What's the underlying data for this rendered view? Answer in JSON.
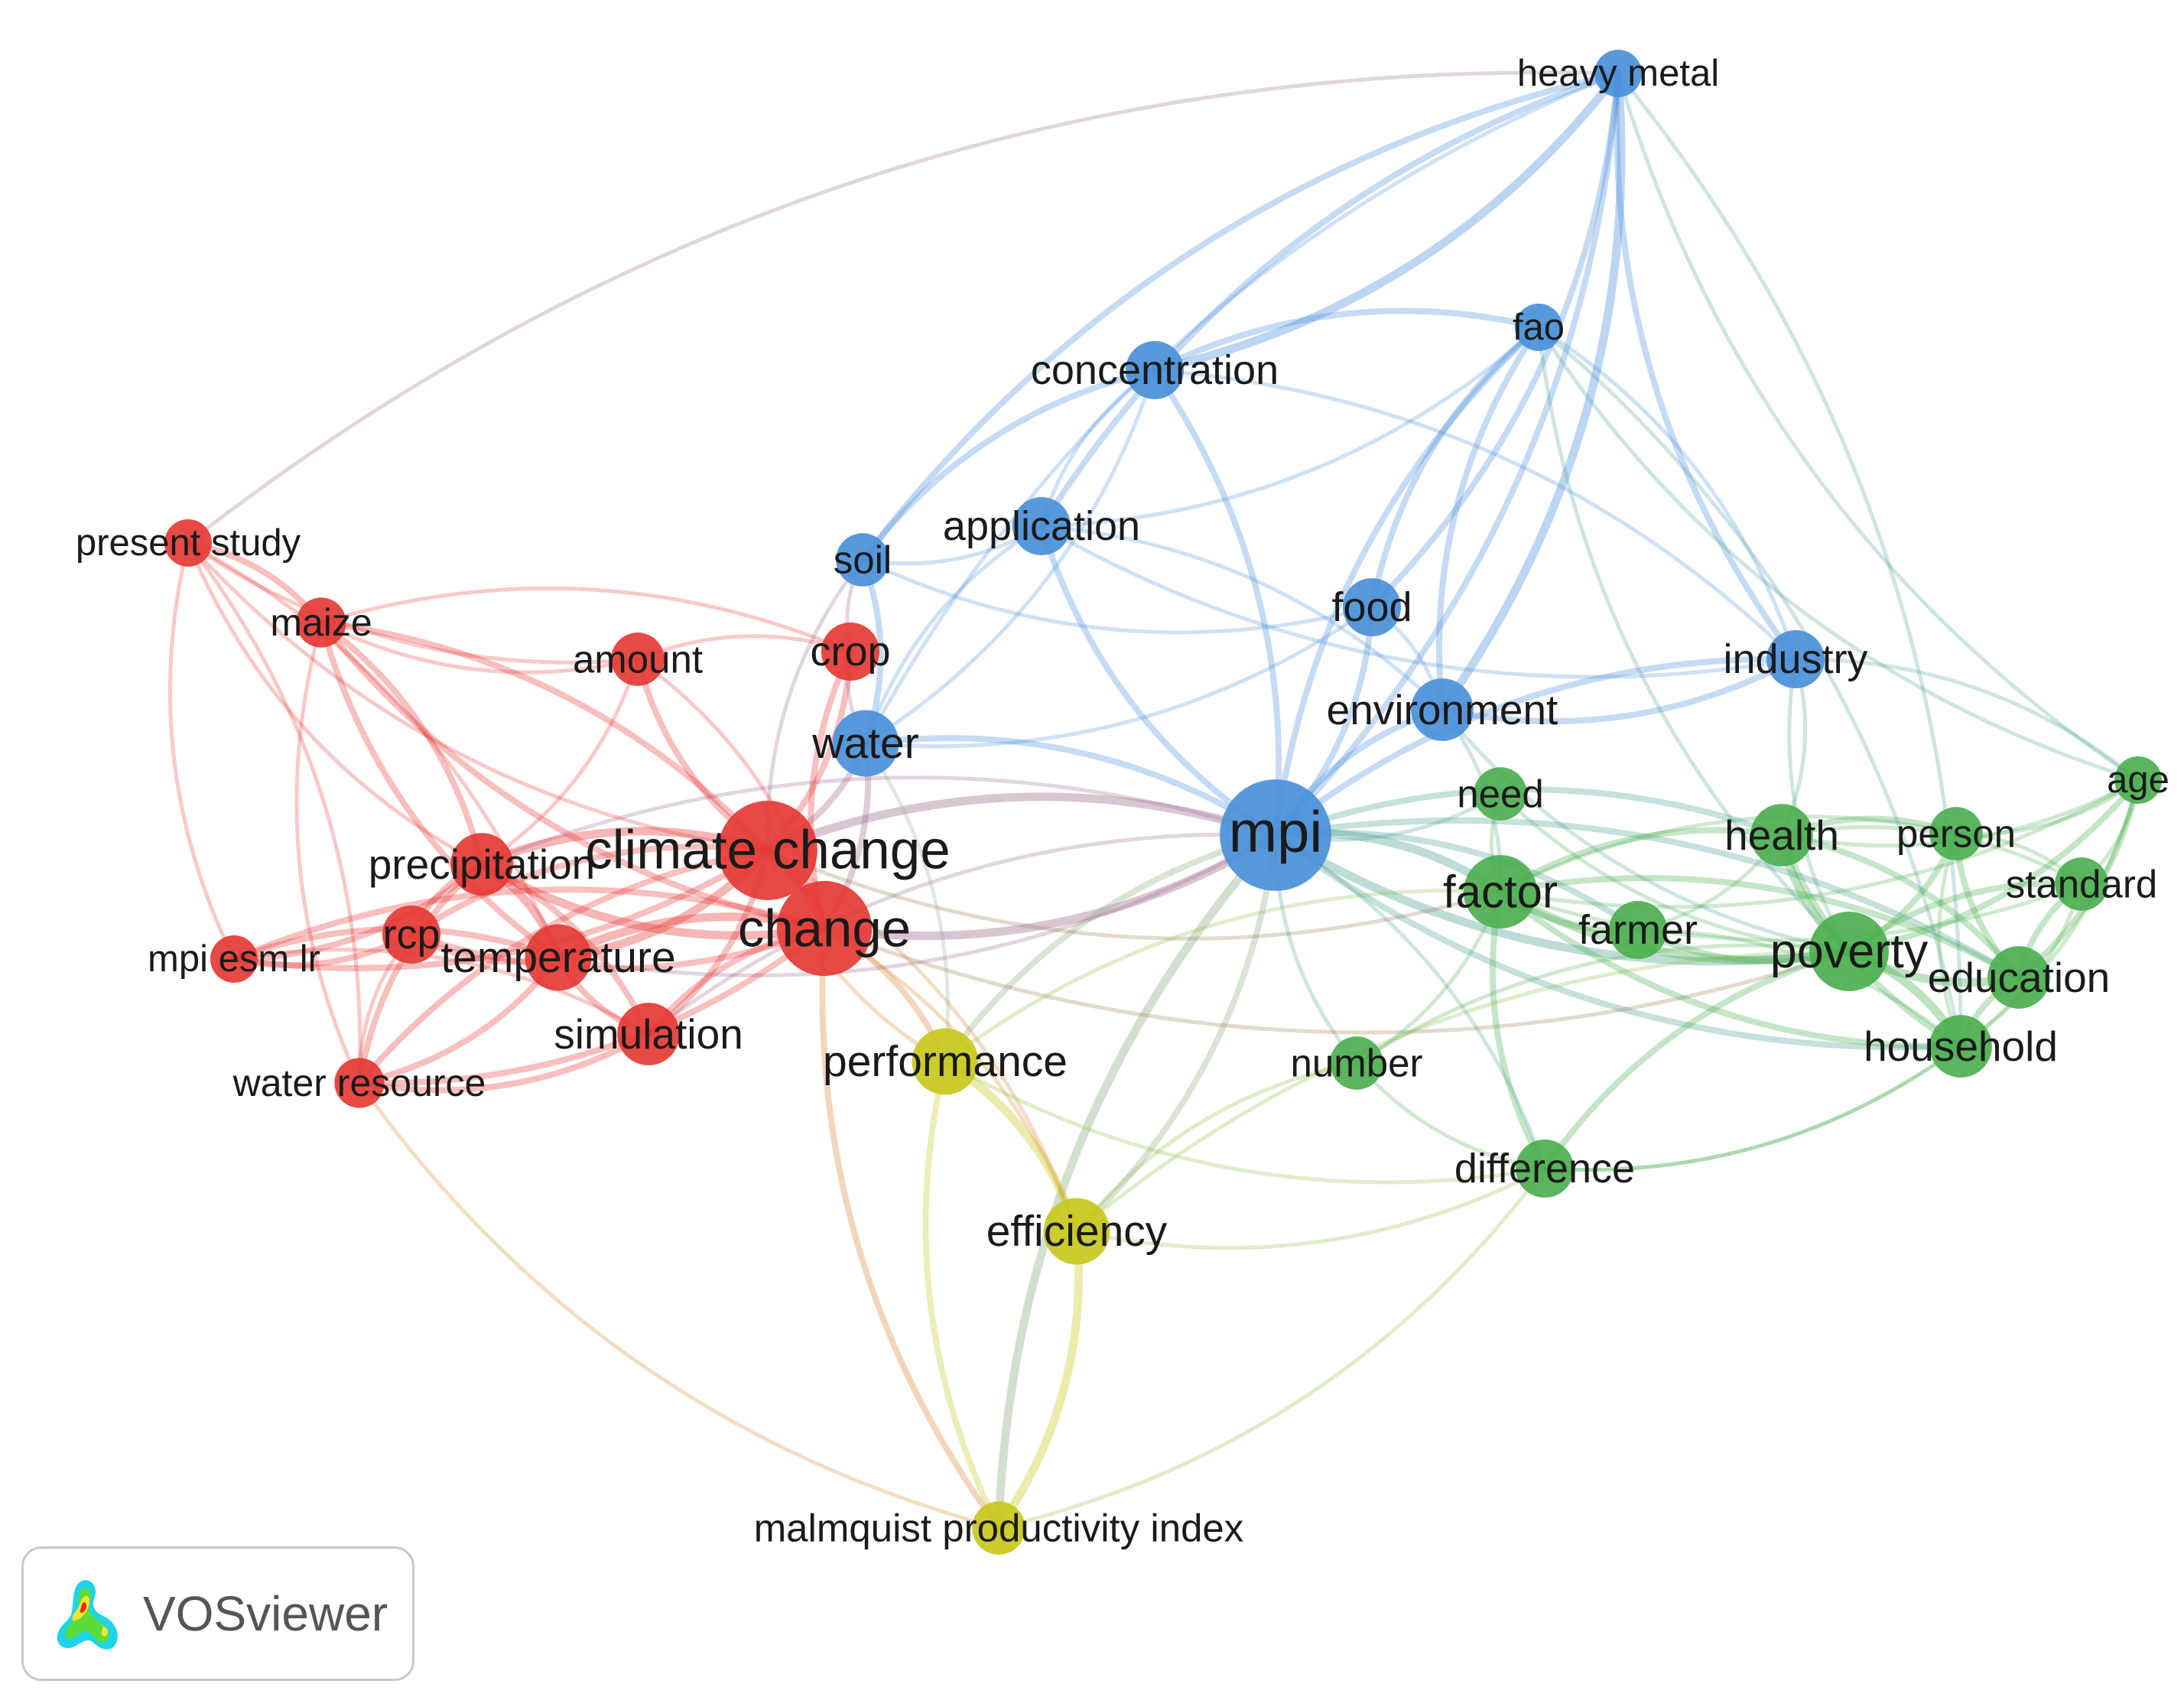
{
  "map": {
    "clusters": [
      {
        "id": 1,
        "color": "#e53935"
      },
      {
        "id": 2,
        "color": "#4caf50"
      },
      {
        "id": 3,
        "color": "#4a90d9"
      },
      {
        "id": 4,
        "color": "#c8c81e"
      }
    ],
    "nodes": [
      {
        "id": "heavy-metal",
        "label": "heavy metal",
        "cluster": 3,
        "weight": 1
      },
      {
        "id": "fao",
        "label": "fao",
        "cluster": 3,
        "weight": 1
      },
      {
        "id": "concentration",
        "label": "concentration",
        "cluster": 3,
        "weight": 2
      },
      {
        "id": "application",
        "label": "application",
        "cluster": 3,
        "weight": 2
      },
      {
        "id": "soil",
        "label": "soil",
        "cluster": 3,
        "weight": 1.5
      },
      {
        "id": "food",
        "label": "food",
        "cluster": 3,
        "weight": 2
      },
      {
        "id": "industry",
        "label": "industry",
        "cluster": 3,
        "weight": 2
      },
      {
        "id": "environment",
        "label": "environment",
        "cluster": 3,
        "weight": 2.5
      },
      {
        "id": "water",
        "label": "water",
        "cluster": 3,
        "weight": 3
      },
      {
        "id": "mpi",
        "label": "mpi",
        "cluster": 3,
        "weight": 12
      },
      {
        "id": "present-study",
        "label": "present study",
        "cluster": 1,
        "weight": 1
      },
      {
        "id": "maize",
        "label": "maize",
        "cluster": 1,
        "weight": 1.2
      },
      {
        "id": "amount",
        "label": "amount",
        "cluster": 1,
        "weight": 1.5
      },
      {
        "id": "crop",
        "label": "crop",
        "cluster": 1,
        "weight": 2
      },
      {
        "id": "climate-change",
        "label": "climate change",
        "cluster": 1,
        "weight": 9
      },
      {
        "id": "change",
        "label": "change",
        "cluster": 1,
        "weight": 8
      },
      {
        "id": "precipitation",
        "label": "precipitation",
        "cluster": 1,
        "weight": 2.5
      },
      {
        "id": "rcp",
        "label": "rcp",
        "cluster": 1,
        "weight": 2
      },
      {
        "id": "temperature",
        "label": "temperature",
        "cluster": 1,
        "weight": 3
      },
      {
        "id": "mpi-esm-lr",
        "label": "mpi esm lr",
        "cluster": 1,
        "weight": 1
      },
      {
        "id": "simulation",
        "label": "simulation",
        "cluster": 1,
        "weight": 2.5
      },
      {
        "id": "water-resource",
        "label": "water resource",
        "cluster": 1,
        "weight": 1.2
      },
      {
        "id": "need",
        "label": "need",
        "cluster": 2,
        "weight": 1.5
      },
      {
        "id": "factor",
        "label": "factor",
        "cluster": 2,
        "weight": 4
      },
      {
        "id": "farmer",
        "label": "farmer",
        "cluster": 2,
        "weight": 2
      },
      {
        "id": "health",
        "label": "health",
        "cluster": 2,
        "weight": 2.5
      },
      {
        "id": "person",
        "label": "person",
        "cluster": 2,
        "weight": 1.5
      },
      {
        "id": "age",
        "label": "age",
        "cluster": 2,
        "weight": 1
      },
      {
        "id": "standard",
        "label": "standard",
        "cluster": 2,
        "weight": 1.5
      },
      {
        "id": "poverty",
        "label": "poverty",
        "cluster": 2,
        "weight": 5
      },
      {
        "id": "education",
        "label": "education",
        "cluster": 2,
        "weight": 2.5
      },
      {
        "id": "household",
        "label": "household",
        "cluster": 2,
        "weight": 2.5
      },
      {
        "id": "number",
        "label": "number",
        "cluster": 2,
        "weight": 1.5
      },
      {
        "id": "difference",
        "label": "difference",
        "cluster": 2,
        "weight": 2
      },
      {
        "id": "performance",
        "label": "performance",
        "cluster": 4,
        "weight": 3
      },
      {
        "id": "efficiency",
        "label": "efficiency",
        "cluster": 4,
        "weight": 3
      },
      {
        "id": "malmquist-productivity-index",
        "label": "malmquist productivity index",
        "cluster": 4,
        "weight": 1.5
      }
    ]
  },
  "logo": {
    "text": "VOSviewer",
    "icon": "vosviewer-density-logo-icon"
  }
}
